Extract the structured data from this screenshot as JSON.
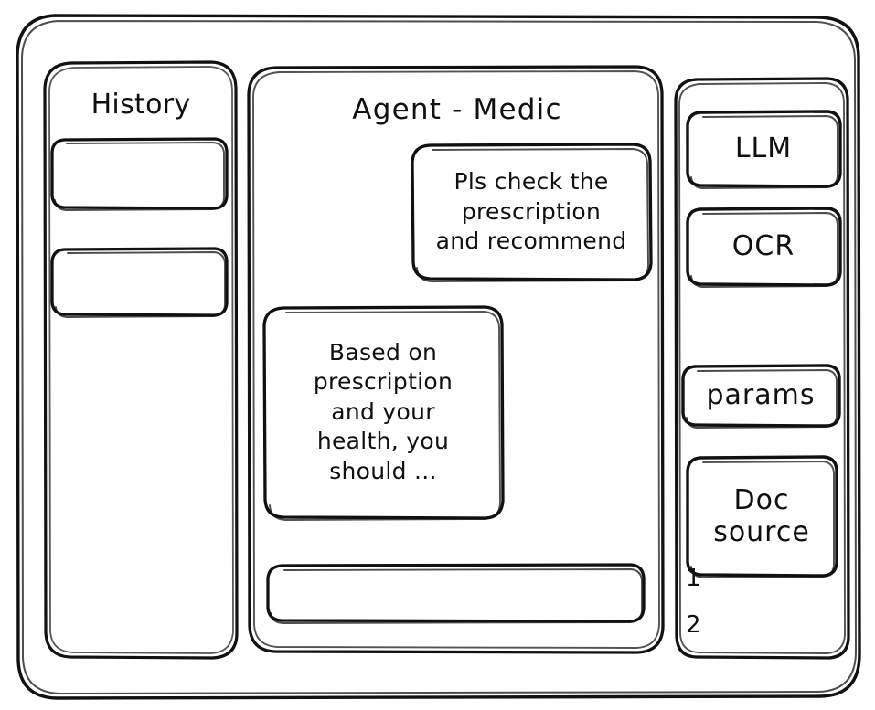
{
  "window": {
    "name": "wireframe-window"
  },
  "sidebar_left": {
    "title": "History",
    "items": [
      {
        "label": ""
      },
      {
        "label": ""
      }
    ]
  },
  "main": {
    "title": "Agent - Medic",
    "messages": [
      {
        "role": "user",
        "text": "Pls check the\nprescription\nand recommend"
      },
      {
        "role": "assistant",
        "text": "Based on\nprescription\nand your\nhealth, you\nshould ..."
      }
    ],
    "composer": {
      "value": "",
      "placeholder": ""
    }
  },
  "sidebar_right": {
    "tools": [
      {
        "label": "LLM"
      },
      {
        "label": "OCR"
      },
      {
        "label": "params"
      },
      {
        "label": "Doc\nsource"
      }
    ],
    "doc_sources": [
      {
        "label": "1"
      },
      {
        "label": "2"
      }
    ]
  },
  "style": {
    "stroke": "#111111",
    "background": "#ffffff"
  }
}
